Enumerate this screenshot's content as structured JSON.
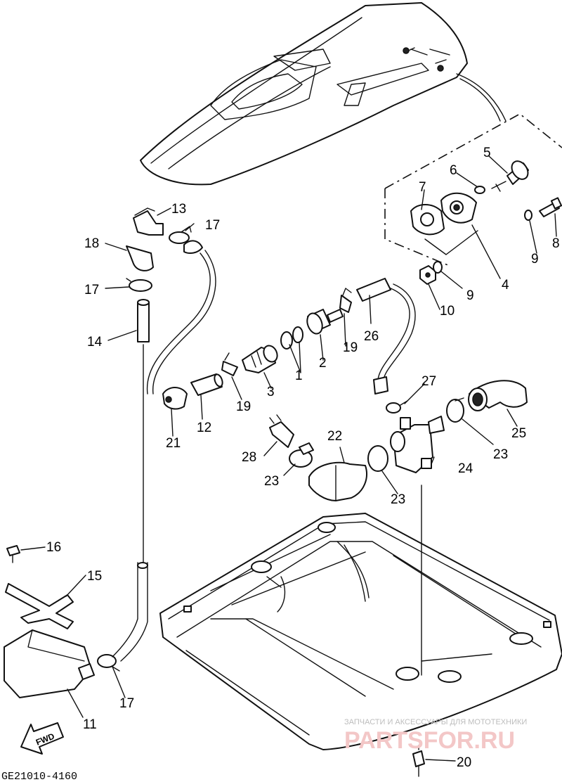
{
  "diagram": {
    "callouts": [
      {
        "id": "c1",
        "text": "1"
      },
      {
        "id": "c2",
        "text": "2"
      },
      {
        "id": "c3",
        "text": "3"
      },
      {
        "id": "c4",
        "text": "4"
      },
      {
        "id": "c5",
        "text": "5"
      },
      {
        "id": "c6",
        "text": "6"
      },
      {
        "id": "c7",
        "text": "7"
      },
      {
        "id": "c8",
        "text": "8"
      },
      {
        "id": "c9a",
        "text": "9"
      },
      {
        "id": "c9b",
        "text": "9"
      },
      {
        "id": "c10",
        "text": "10"
      },
      {
        "id": "c11",
        "text": "11"
      },
      {
        "id": "c12",
        "text": "12"
      },
      {
        "id": "c13",
        "text": "13"
      },
      {
        "id": "c14",
        "text": "14"
      },
      {
        "id": "c15",
        "text": "15"
      },
      {
        "id": "c16",
        "text": "16"
      },
      {
        "id": "c17a",
        "text": "17"
      },
      {
        "id": "c17b",
        "text": "17"
      },
      {
        "id": "c17c",
        "text": "17"
      },
      {
        "id": "c18",
        "text": "18"
      },
      {
        "id": "c19a",
        "text": "19"
      },
      {
        "id": "c19b",
        "text": "19"
      },
      {
        "id": "c20",
        "text": "20"
      },
      {
        "id": "c21",
        "text": "21"
      },
      {
        "id": "c22",
        "text": "22"
      },
      {
        "id": "c23a",
        "text": "23"
      },
      {
        "id": "c23b",
        "text": "23"
      },
      {
        "id": "c23c",
        "text": "23"
      },
      {
        "id": "c24",
        "text": "24"
      },
      {
        "id": "c25",
        "text": "25"
      },
      {
        "id": "c26",
        "text": "26"
      },
      {
        "id": "c27",
        "text": "27"
      },
      {
        "id": "c28",
        "text": "28"
      }
    ],
    "direction_label": "FWD",
    "drawing_code": "GE21010-4160",
    "watermark_top": "ЗАПЧАСТИ И АКСЕССУАРЫ ДЛЯ МОТОТЕХНИКИ",
    "watermark_brand": "PARTSFOR.RU"
  }
}
